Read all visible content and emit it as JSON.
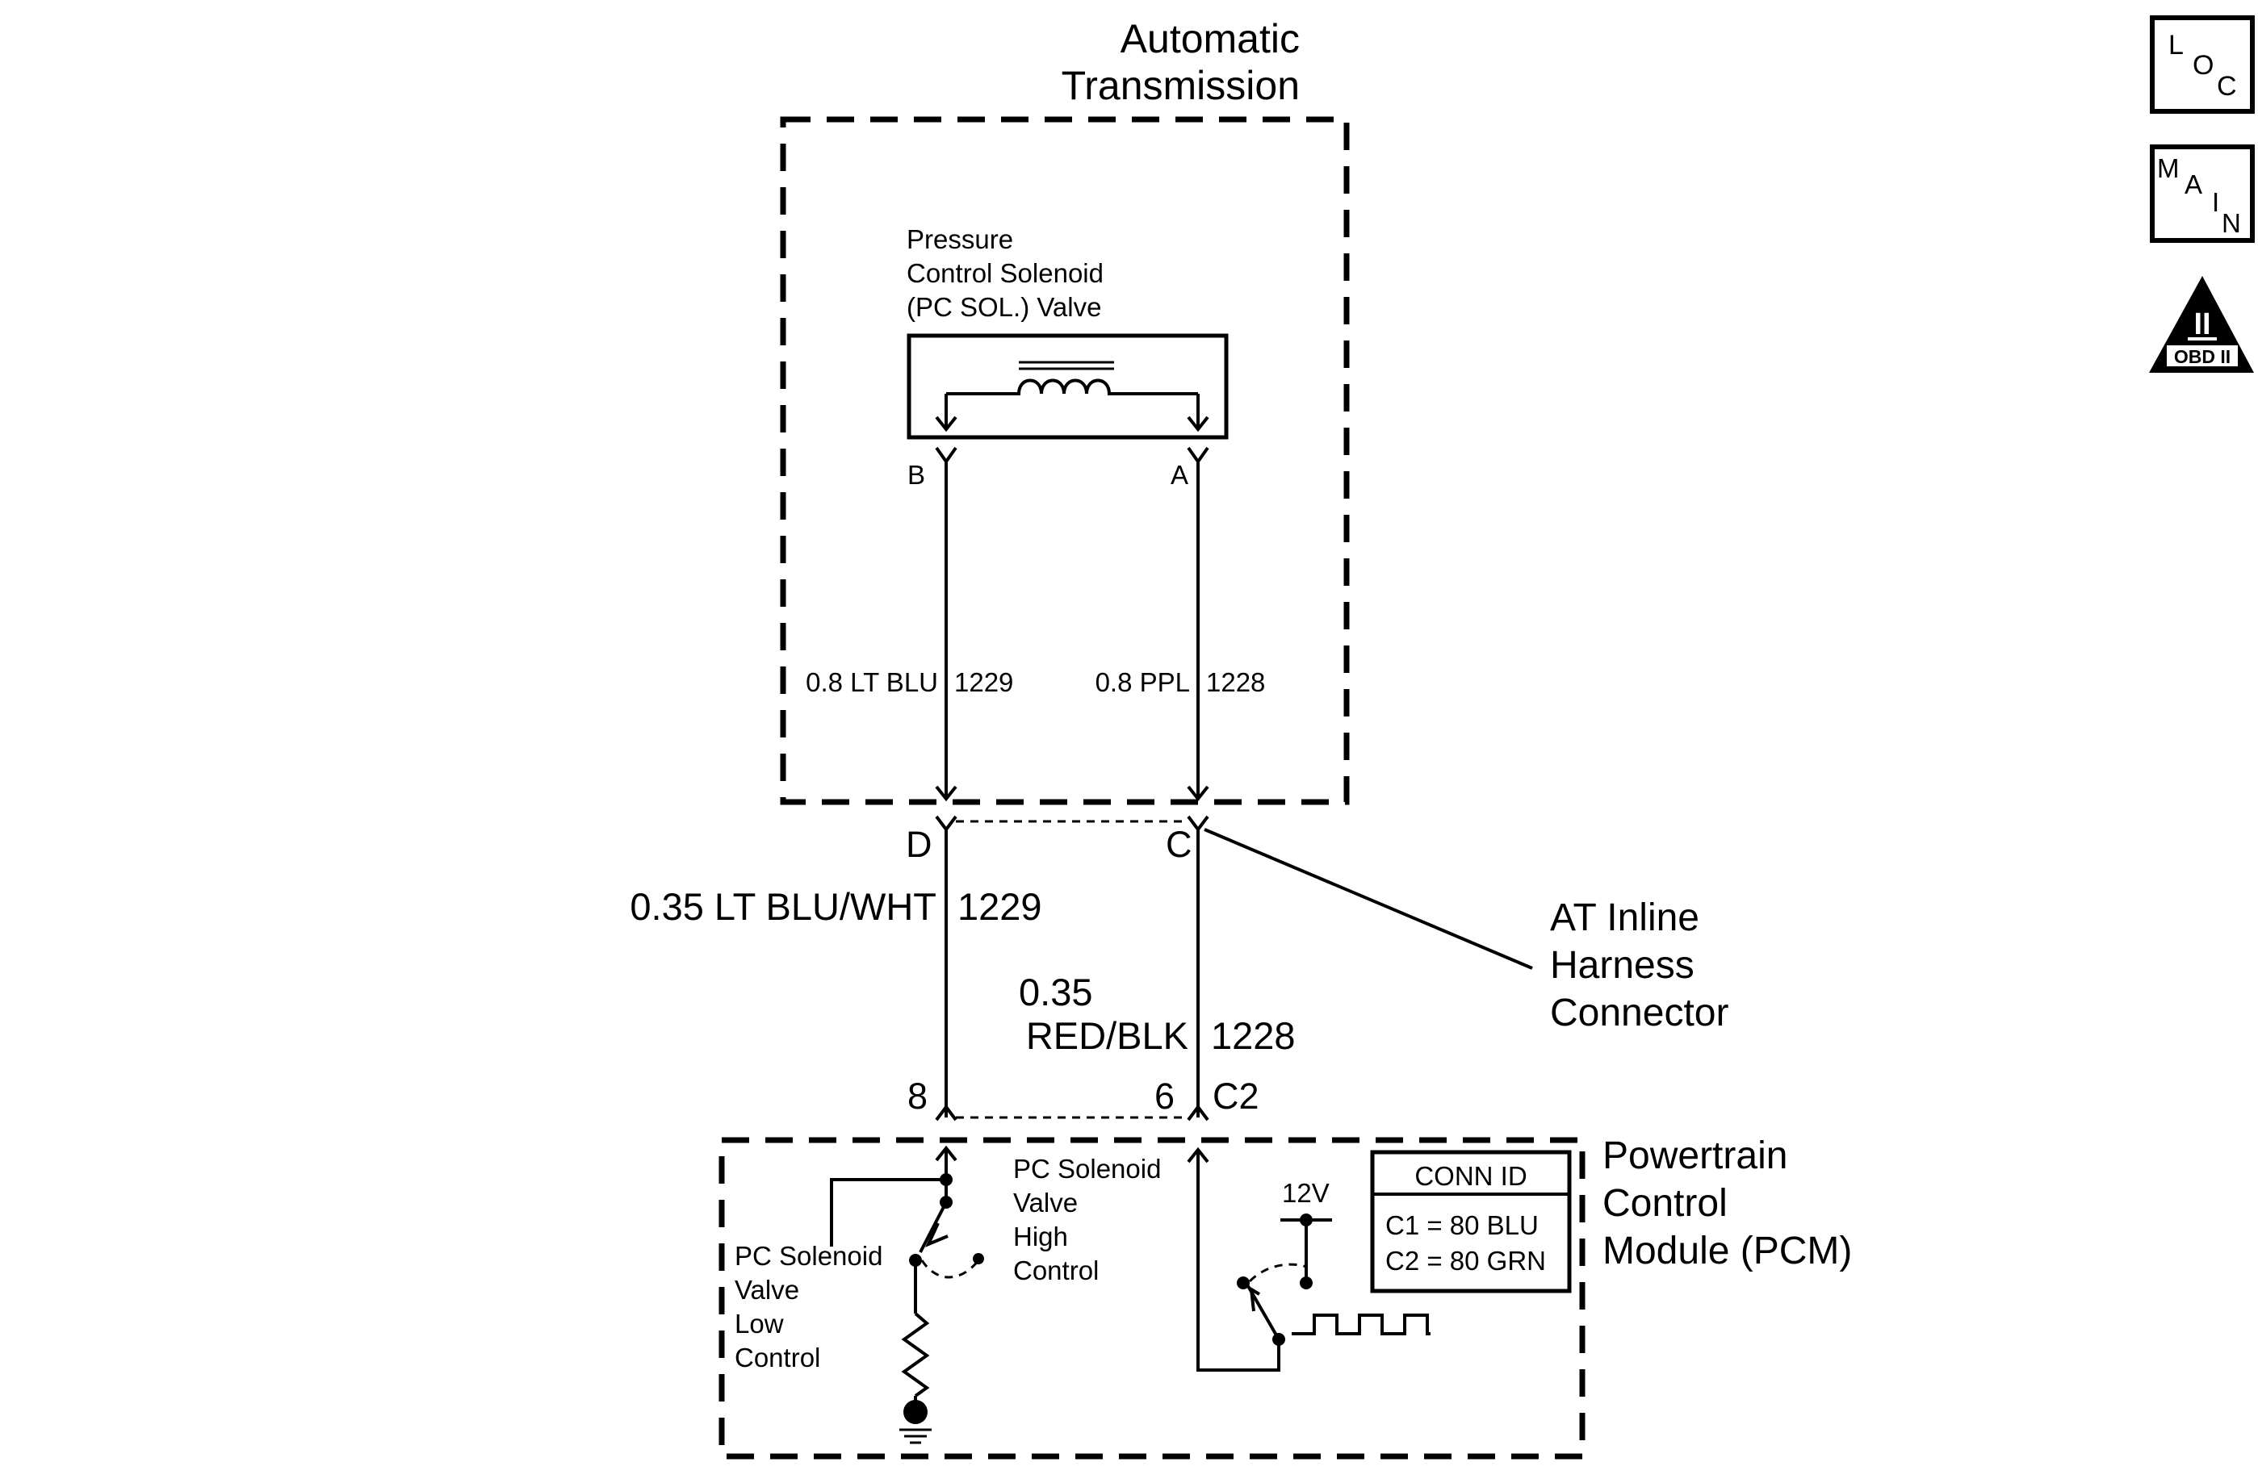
{
  "transmission": {
    "title_line1": "Automatic",
    "title_line2": "Transmission"
  },
  "solenoid": {
    "label_line1": "Pressure",
    "label_line2": "Control Solenoid",
    "label_line3": "(PC SOL.) Valve",
    "pin_b": "B",
    "pin_a": "A"
  },
  "wires_internal": {
    "left": {
      "gauge_color": "0.8 LT BLU",
      "circuit": "1229"
    },
    "right": {
      "gauge_color": "0.8 PPL",
      "circuit": "1228"
    }
  },
  "inline_connector": {
    "pin_d": "D",
    "pin_c": "C",
    "label_line1": "AT Inline",
    "label_line2": "Harness",
    "label_line3": "Connector"
  },
  "wires_external": {
    "left": {
      "gauge_color": "0.35 LT BLU/WHT",
      "circuit": "1229"
    },
    "right": {
      "gauge_line1": "0.35",
      "gauge_line2": "RED/BLK",
      "circuit": "1228"
    }
  },
  "pcm_connector": {
    "pin_8": "8",
    "pin_6": "6",
    "connector_id": "C2"
  },
  "pcm": {
    "label_line1": "Powertrain",
    "label_line2": "Control",
    "label_line3": "Module (PCM)",
    "low_control": [
      "PC Solenoid",
      "Valve",
      "Low",
      "Control"
    ],
    "high_control": [
      "PC Solenoid",
      "Valve",
      "High",
      "Control"
    ],
    "supply": "12V",
    "conn_id": {
      "title": "CONN ID",
      "row1": "C1 = 80 BLU",
      "row2": "C2 = 80 GRN"
    }
  },
  "nav": {
    "loc_letters": [
      "L",
      "O",
      "C"
    ],
    "main_letters": [
      "M",
      "A",
      "I",
      "N"
    ],
    "obd_numeral": "II",
    "obd_label": "OBD II"
  }
}
